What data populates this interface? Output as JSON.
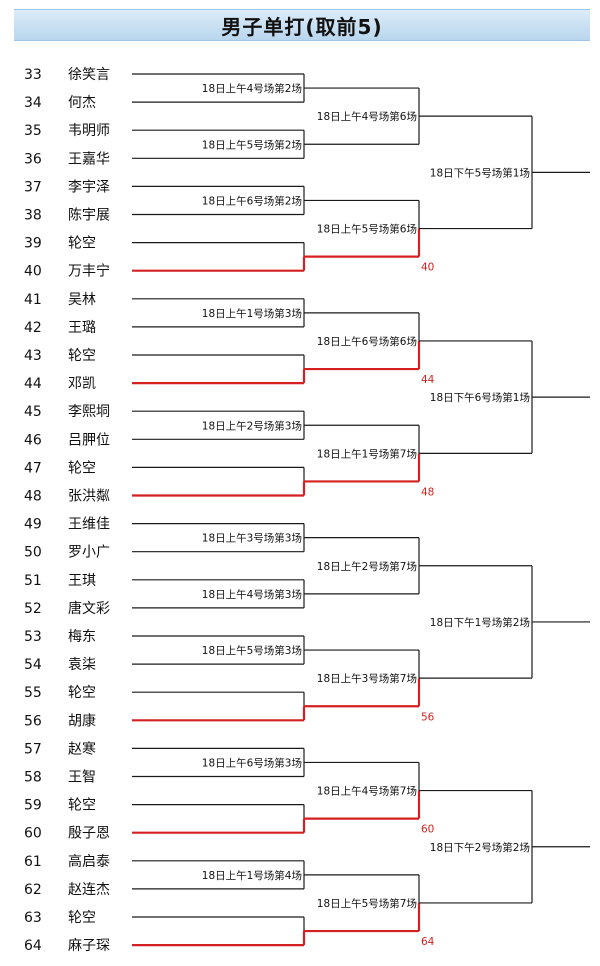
{
  "title": "男子单打(取前5)",
  "players": [
    {
      "seed": "33",
      "name": "徐笑言"
    },
    {
      "seed": "34",
      "name": "何杰"
    },
    {
      "seed": "35",
      "name": "韦明师"
    },
    {
      "seed": "36",
      "name": "王嘉华"
    },
    {
      "seed": "37",
      "name": "李宇泽"
    },
    {
      "seed": "38",
      "name": "陈宇展"
    },
    {
      "seed": "39",
      "name": "轮空"
    },
    {
      "seed": "40",
      "name": "万丰宁"
    },
    {
      "seed": "41",
      "name": "吴林"
    },
    {
      "seed": "42",
      "name": "王璐"
    },
    {
      "seed": "43",
      "name": "轮空"
    },
    {
      "seed": "44",
      "name": "邓凯"
    },
    {
      "seed": "45",
      "name": "李熙垌"
    },
    {
      "seed": "46",
      "name": "吕胛位"
    },
    {
      "seed": "47",
      "name": "轮空"
    },
    {
      "seed": "48",
      "name": "张洪粼"
    },
    {
      "seed": "49",
      "name": "王维佳"
    },
    {
      "seed": "50",
      "name": "罗小广"
    },
    {
      "seed": "51",
      "name": "王琪"
    },
    {
      "seed": "52",
      "name": "唐文彩"
    },
    {
      "seed": "53",
      "name": "梅东"
    },
    {
      "seed": "54",
      "name": "袁柒"
    },
    {
      "seed": "55",
      "name": "轮空"
    },
    {
      "seed": "56",
      "name": "胡康"
    },
    {
      "seed": "57",
      "name": "赵寒"
    },
    {
      "seed": "58",
      "name": "王智"
    },
    {
      "seed": "59",
      "name": "轮空"
    },
    {
      "seed": "60",
      "name": "殷子恩"
    },
    {
      "seed": "61",
      "name": "高启泰"
    },
    {
      "seed": "62",
      "name": "赵连杰"
    },
    {
      "seed": "63",
      "name": "轮空"
    },
    {
      "seed": "64",
      "name": "麻子琛"
    }
  ],
  "round1": [
    {
      "label": "18日上午4号场第2场",
      "winner": null
    },
    {
      "label": "18日上午5号场第2场",
      "winner": null
    },
    {
      "label": "18日上午6号场第2场",
      "winner": null
    },
    {
      "label": "",
      "winner": "bottom"
    },
    {
      "label": "18日上午1号场第3场",
      "winner": null
    },
    {
      "label": "",
      "winner": "bottom"
    },
    {
      "label": "18日上午2号场第3场",
      "winner": null
    },
    {
      "label": "",
      "winner": "bottom"
    },
    {
      "label": "18日上午3号场第3场",
      "winner": null
    },
    {
      "label": "18日上午4号场第3场",
      "winner": null
    },
    {
      "label": "18日上午5号场第3场",
      "winner": null
    },
    {
      "label": "",
      "winner": "bottom"
    },
    {
      "label": "18日上午6号场第3场",
      "winner": null
    },
    {
      "label": "",
      "winner": "bottom"
    },
    {
      "label": "18日上午1号场第4场",
      "winner": null
    },
    {
      "label": "",
      "winner": "bottom"
    }
  ],
  "round2": [
    {
      "label": "18日上午4号场第6场",
      "advance": ""
    },
    {
      "label": "18日上午5号场第6场",
      "advance": "40"
    },
    {
      "label": "18日上午6号场第6场",
      "advance": "44"
    },
    {
      "label": "18日上午1号场第7场",
      "advance": "48"
    },
    {
      "label": "18日上午2号场第7场",
      "advance": ""
    },
    {
      "label": "18日上午3号场第7场",
      "advance": "56"
    },
    {
      "label": "18日上午4号场第7场",
      "advance": "60"
    },
    {
      "label": "18日上午5号场第7场",
      "advance": "64"
    }
  ],
  "round3": [
    {
      "label": "18日下午5号场第1场"
    },
    {
      "label": "18日下午6号场第1场"
    },
    {
      "label": "18日下午1号场第2场"
    },
    {
      "label": "18日下午2号场第2场"
    }
  ],
  "colors": {
    "line": "#1a1a1a",
    "winner_line": "#d42020",
    "winner_text": "#d42020",
    "title_bg_top": "#dcecf8",
    "title_bg_bottom": "#b9d6ee"
  }
}
